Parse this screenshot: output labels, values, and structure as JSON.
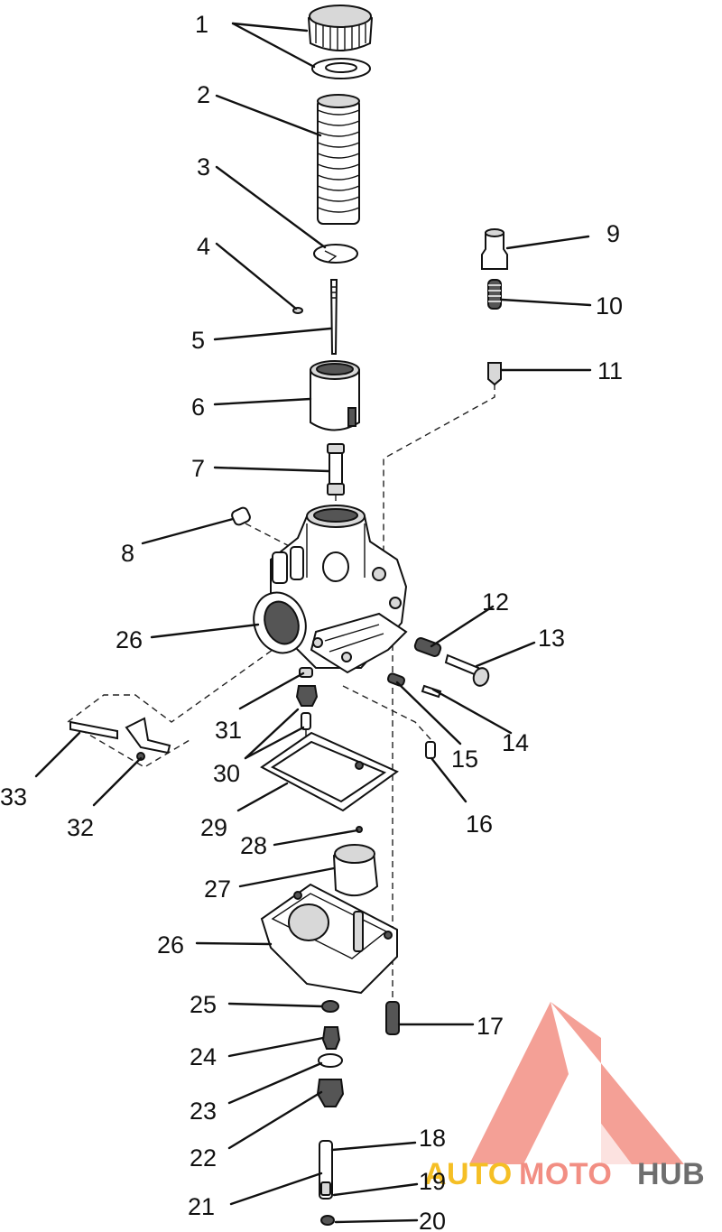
{
  "labels": [
    {
      "id": "l1",
      "text": "1"
    },
    {
      "id": "l2",
      "text": "2"
    },
    {
      "id": "l3",
      "text": "3"
    },
    {
      "id": "l4",
      "text": "4"
    },
    {
      "id": "l5",
      "text": "5"
    },
    {
      "id": "l6",
      "text": "6"
    },
    {
      "id": "l7",
      "text": "7"
    },
    {
      "id": "l8",
      "text": "8"
    },
    {
      "id": "l9",
      "text": "9"
    },
    {
      "id": "l10",
      "text": "10"
    },
    {
      "id": "l11",
      "text": "11"
    },
    {
      "id": "l12",
      "text": "12"
    },
    {
      "id": "l13",
      "text": "13"
    },
    {
      "id": "l14",
      "text": "14"
    },
    {
      "id": "l15",
      "text": "15"
    },
    {
      "id": "l16",
      "text": "16"
    },
    {
      "id": "l17",
      "text": "17"
    },
    {
      "id": "l18",
      "text": "18"
    },
    {
      "id": "l19",
      "text": "19"
    },
    {
      "id": "l20",
      "text": "20"
    },
    {
      "id": "l21",
      "text": "21"
    },
    {
      "id": "l22",
      "text": "22"
    },
    {
      "id": "l23",
      "text": "23"
    },
    {
      "id": "l24",
      "text": "24"
    },
    {
      "id": "l25",
      "text": "25"
    },
    {
      "id": "l26a",
      "text": "26"
    },
    {
      "id": "l26b",
      "text": "26"
    },
    {
      "id": "l27",
      "text": "27"
    },
    {
      "id": "l28",
      "text": "28"
    },
    {
      "id": "l29",
      "text": "29"
    },
    {
      "id": "l30",
      "text": "30"
    },
    {
      "id": "l31",
      "text": "31"
    },
    {
      "id": "l32",
      "text": "32"
    },
    {
      "id": "l33",
      "text": "33"
    }
  ],
  "watermark": {
    "part1": "AUTO",
    "part2": "MOTO",
    "part3": "HUB",
    "color_primary": "#f07b6e",
    "color_secondary": "#f4b400",
    "color_dark": "#555555"
  }
}
